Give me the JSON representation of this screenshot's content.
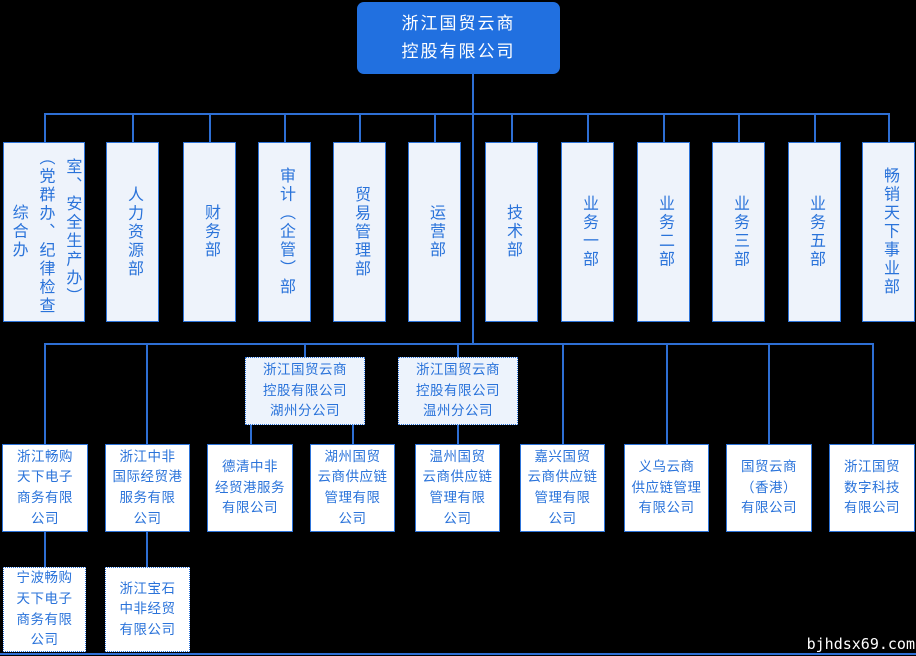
{
  "colors": {
    "background": "#000000",
    "root_fill": "#2170e0",
    "root_text": "#ffffff",
    "node_border": "#2e74d9",
    "node_text": "#2a73da",
    "light_fill": "#eef3fb",
    "white_fill": "#ffffff",
    "connector": "#2e6fd4"
  },
  "root": {
    "label": "浙江国贸云商\n控股有限公司"
  },
  "departments": [
    {
      "label": "综合办\n（党群办、纪律检查\n室、安全生产办）"
    },
    {
      "label": "人力资源部"
    },
    {
      "label": "财务部"
    },
    {
      "label": "审计（企管）部"
    },
    {
      "label": "贸易管理部"
    },
    {
      "label": "运营部"
    },
    {
      "label": "技术部"
    },
    {
      "label": "业务一部"
    },
    {
      "label": "业务二部"
    },
    {
      "label": "业务三部"
    },
    {
      "label": "业务五部"
    },
    {
      "label": "畅销天下事业部"
    }
  ],
  "branch_offices": [
    {
      "label": "浙江国贸云商\n控股有限公司\n湖州分公司"
    },
    {
      "label": "浙江国贸云商\n控股有限公司\n温州分公司"
    }
  ],
  "subsidiaries": [
    {
      "label": "浙江畅购\n天下电子\n商务有限\n公司"
    },
    {
      "label": "浙江中非\n国际经贸港\n服务有限\n公司"
    },
    {
      "label": "德清中非\n经贸港服务\n有限公司"
    },
    {
      "label": "湖州国贸\n云商供应链\n管理有限\n公司"
    },
    {
      "label": "温州国贸\n云商供应链\n管理有限\n公司"
    },
    {
      "label": "嘉兴国贸\n云商供应链\n管理有限\n公司"
    },
    {
      "label": "义乌云商\n供应链管理\n有限公司"
    },
    {
      "label": "国贸云商\n（香港）\n有限公司"
    },
    {
      "label": "浙江国贸\n数字科技\n有限公司"
    }
  ],
  "sub_subsidiaries": [
    {
      "label": "宁波畅购\n天下电子\n商务有限\n公司"
    },
    {
      "label": "浙江宝石\n中非经贸\n有限公司"
    }
  ],
  "watermark": "bjhdsx69.com"
}
